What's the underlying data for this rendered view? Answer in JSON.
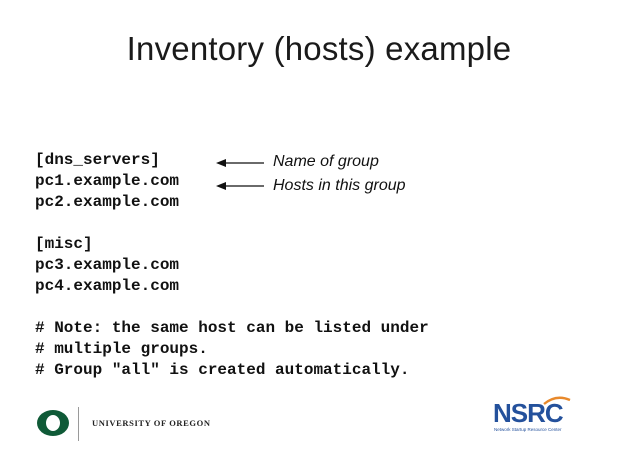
{
  "slide": {
    "title": "Inventory (hosts) example"
  },
  "code": {
    "lines": [
      "[dns_servers]",
      "pc1.example.com",
      "pc2.example.com",
      "",
      "[misc]",
      "pc3.example.com",
      "pc4.example.com",
      "",
      "# Note: the same host can be listed under",
      "# multiple groups.",
      "# Group \"all\" is created automatically."
    ]
  },
  "annotations": {
    "group_name": "Name of group",
    "group_hosts": "Hosts in this group"
  },
  "footer": {
    "university": "UNIVERSITY OF OREGON",
    "nsrc_logo": "NSRC",
    "nsrc_tagline": "Network Startup Resource Center"
  },
  "colors": {
    "uo_green": "#0f5a37",
    "nsrc_blue": "#24519c",
    "nsrc_orange": "#e8892b"
  }
}
